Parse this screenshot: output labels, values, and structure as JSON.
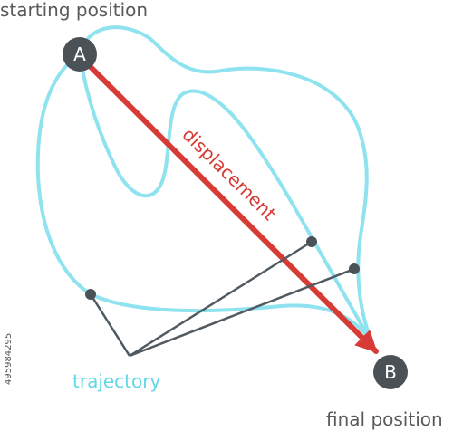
{
  "labels": {
    "start": "starting position",
    "final": "final position",
    "displacement": "displacement",
    "trajectory": "trajectory"
  },
  "points": {
    "a": "A",
    "b": "B"
  },
  "stock_id": "495984295",
  "colors": {
    "trajectory": "#8fe3ef",
    "displacement": "#d63b35",
    "node": "#4a5157",
    "pointer": "#505a60",
    "label_text": "#5a5a5a",
    "trajectory_text": "#62d6e6"
  }
}
